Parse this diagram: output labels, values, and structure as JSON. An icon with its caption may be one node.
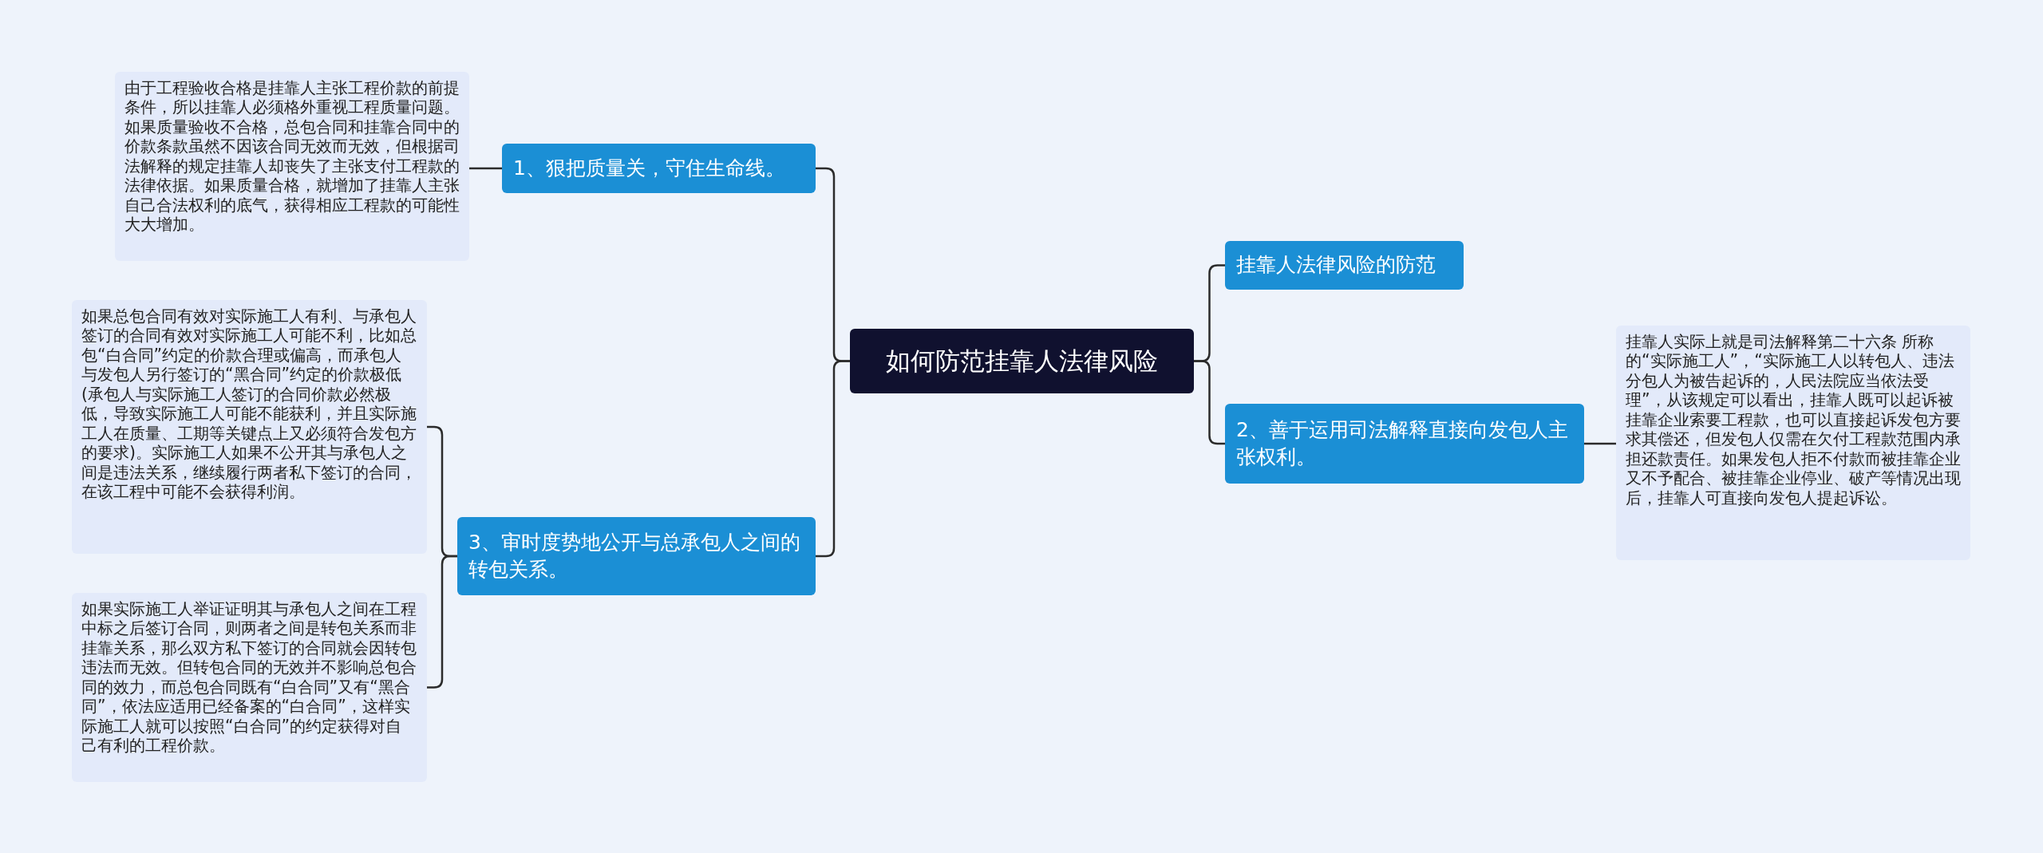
{
  "diagram": {
    "nodes": [
      {
        "text": [
          "如何防范挂靠人法律风险"
        ]
      },
      {
        "text": [
          "1、狠把质量关，守住生命线。"
        ]
      },
      {
        "text": [
          "由于工程验收合格是挂靠人主张工程价款的前提条件，所以挂靠人必须格外重视工程质量问题。如果质量验收不合格，总包合同和挂靠合同中的价款条款虽然不因该合同无效而无效，但根据司法解释的规定挂靠人却丧失了主张支付工程款的法律依据。如果质量合格，就增加了挂靠人主张自己合法权利的底气，获得相应工程款的可能性大大增加。"
        ]
      },
      {
        "text": [
          "3、审时度势地公开与总承包人之间的转包关系。"
        ]
      },
      {
        "text": [
          "如果总包合同有效对实际施工人有利、与承包人签订的合同有效对实际施工人可能不利，比如总包“白合同”约定的价款合理或偏高，而承包人与发包人另行签订的“黑合同”约定的价款极低(承包人与实际施工人签订的合同价款必然极低，导致实际施工人可能不能获利，并且实际施工人在质量、工期等关键点上又必须符合发包方的要求)。实际施工人如果不公开其与承包人之间是违法关系，继续履行两者私下签订的合同，在该工程中可能不会获得利润。"
        ]
      },
      {
        "text": [
          "如果实际施工人举证证明其与承包人之间在工程中标之后签订合同，则两者之间是转包关系而非挂靠关系，那么双方私下签订的合同就会因转包违法而无效。但转包合同的无效并不影响总包合同的效力，而总包合同既有“白合同”又有“黑合同”，依法应适用已经备案的“白合同”，这样实际施工人就可以按照“白合同”的约定获得对自己有利的工程价款。"
        ]
      },
      {
        "text": [
          "挂靠人法律风险的防范"
        ]
      },
      {
        "text": [
          "2、善于运用司法解释直接向发包人主张权利。"
        ]
      },
      {
        "text": [
          "挂靠人实际上就是司法解释第二十六条 所称的“实际施工人”，“实际施工人以转包人、违法分包人为被告起诉的，人民法院应当依法受理”，从该规定可以看出，挂靠人既可以起诉被挂靠企业索要工程款，也可以直接起诉发包方要求其偿还，但发包人仅需在欠付工程款范围内承担还款责任。如果发包人拒不付款而被挂靠企业又不予配合、被挂靠企业停业、破产等情况出现后，挂靠人可直接向发包人提起诉讼。"
        ]
      }
    ],
    "edges": [
      {
        "from": 0,
        "to": 1,
        "arrow": "none"
      },
      {
        "from": 0,
        "to": 3,
        "arrow": "none"
      },
      {
        "from": 1,
        "to": 2,
        "arrow": "none"
      },
      {
        "from": 3,
        "to": 4,
        "arrow": "none"
      },
      {
        "from": 3,
        "to": 5,
        "arrow": "none"
      },
      {
        "from": 0,
        "to": 6,
        "arrow": "none"
      },
      {
        "from": 0,
        "to": 7,
        "arrow": "none"
      },
      {
        "from": 7,
        "to": 8,
        "arrow": "none"
      }
    ]
  }
}
